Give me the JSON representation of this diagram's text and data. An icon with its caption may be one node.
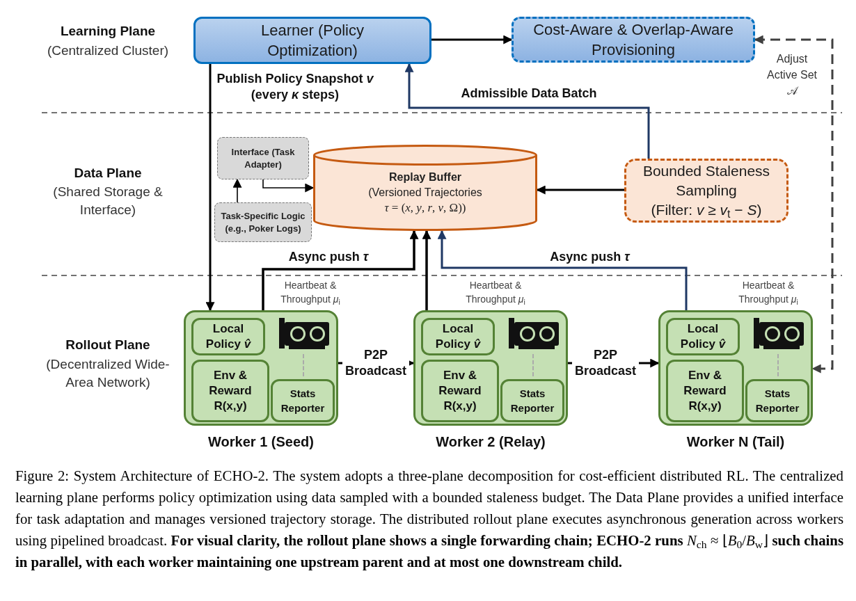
{
  "diagram": {
    "caption": "Figure 2: System Architecture of ECHO-2. The system adopts a three-plane decomposition for cost-efficient distributed RL. The centralized learning plane performs policy optimization using data sampled with a bounded staleness budget. The Data Plane provides a unified interface for task adaptation and manages versioned trajectory storage. The distributed rollout plane executes asynchronous generation across workers using pipelined broadcast. **For visual clarity, the rollout plane shows a single forwarding chain; ECHO-2 runs** *N*$_{ch}$ ≈ ⌊*B*$_{0}$/*B*$_{w}$⌋ **such chains in parallel, with each worker maintaining one upstream parent and at most one downstream child.**",
    "nodes": [
      {
        "text": [
          "Learner (Policy Optimization)"
        ]
      },
      {
        "text": [
          "Cost-Aware & Overlap-Aware Provisioning"
        ]
      },
      {
        "text": [
          "Interface (Task Adapter)"
        ]
      },
      {
        "text": [
          "Task-Specific Logic (e.g., Poker Logs)"
        ]
      },
      {
        "text": [
          "Replay Buffer",
          "(Versioned Trajectories",
          "*τ* = (*x*, *y*, *r*, *v*, Ω))"
        ]
      },
      {
        "text": [
          "Bounded Staleness Sampling",
          "(Filter: *v* ≥ *v*$_{t}$ − *S*)"
        ]
      },
      {
        "text": [
          "Worker 1 (Seed)"
        ],
        "beside": [
          "Heartbeat & Throughput *μ*$_{i}$"
        ]
      },
      {
        "text": [
          "Local Policy *v̂*"
        ],
        "in": 6
      },
      {
        "text": [
          "Env & Reward R(x,y)"
        ],
        "in": 6
      },
      {
        "text": [
          "Stats Reporter"
        ],
        "in": 6
      },
      {
        "text": [
          "Worker 2 (Relay)"
        ],
        "beside": [
          "Heartbeat & Throughput *μ*$_{i}$"
        ]
      },
      {
        "text": [
          "Local Policy *v̂*"
        ],
        "in": 10
      },
      {
        "text": [
          "Env & Reward R(x,y)"
        ],
        "in": 10
      },
      {
        "text": [
          "Stats Reporter"
        ],
        "in": 10
      },
      {
        "text": [
          "Worker N (Tail)"
        ],
        "beside": [
          "Heartbeat & Throughput *μ*$_{i}$"
        ]
      },
      {
        "text": [
          "Local Policy *v̂*"
        ],
        "in": 14
      },
      {
        "text": [
          "Env & Reward R(x,y)"
        ],
        "in": 14
      },
      {
        "text": [
          "Stats Reporter"
        ],
        "in": 14
      }
    ],
    "edges": [
      {
        "from": 0,
        "to": 1,
        "arrow": "to"
      },
      {
        "from": 0,
        "to": 6,
        "arrow": "to",
        "label": "Publish Policy Snapshot *v* (every *κ* steps)"
      },
      {
        "from": 5,
        "to": 0,
        "arrow": "to",
        "label": "Admissible Data Batch",
        "color": "#1f3864"
      },
      {
        "from": 5,
        "to": 4,
        "arrow": "to"
      },
      {
        "from": 2,
        "to": 4,
        "arrow": "to"
      },
      {
        "from": 3,
        "to": 2,
        "arrow": "to"
      },
      {
        "from": 6,
        "to": 4,
        "arrow": "to",
        "label": "Async push *τ*"
      },
      {
        "from": 10,
        "to": 4,
        "arrow": "to"
      },
      {
        "from": 14,
        "to": 4,
        "arrow": "to",
        "label": "Async push *τ*",
        "color": "#1f3864"
      },
      {
        "from": 6,
        "to": 10,
        "arrow": "to",
        "label": "P2P Broadcast"
      },
      {
        "from": 10,
        "to": 14,
        "arrow": "to",
        "label": "P2P Broadcast"
      },
      {
        "from": 1,
        "to": 14,
        "arrow": "both",
        "label": "Adjust Active Set 𝒜",
        "style": "dashed",
        "color": "#404040"
      }
    ],
    "labels": [
      "Learning Plane",
      "(Centralized Cluster)",
      "Data Plane",
      "(Shared Storage & Interface)",
      "Rollout Plane",
      "(Decentralized Wide-Area Network)"
    ]
  }
}
